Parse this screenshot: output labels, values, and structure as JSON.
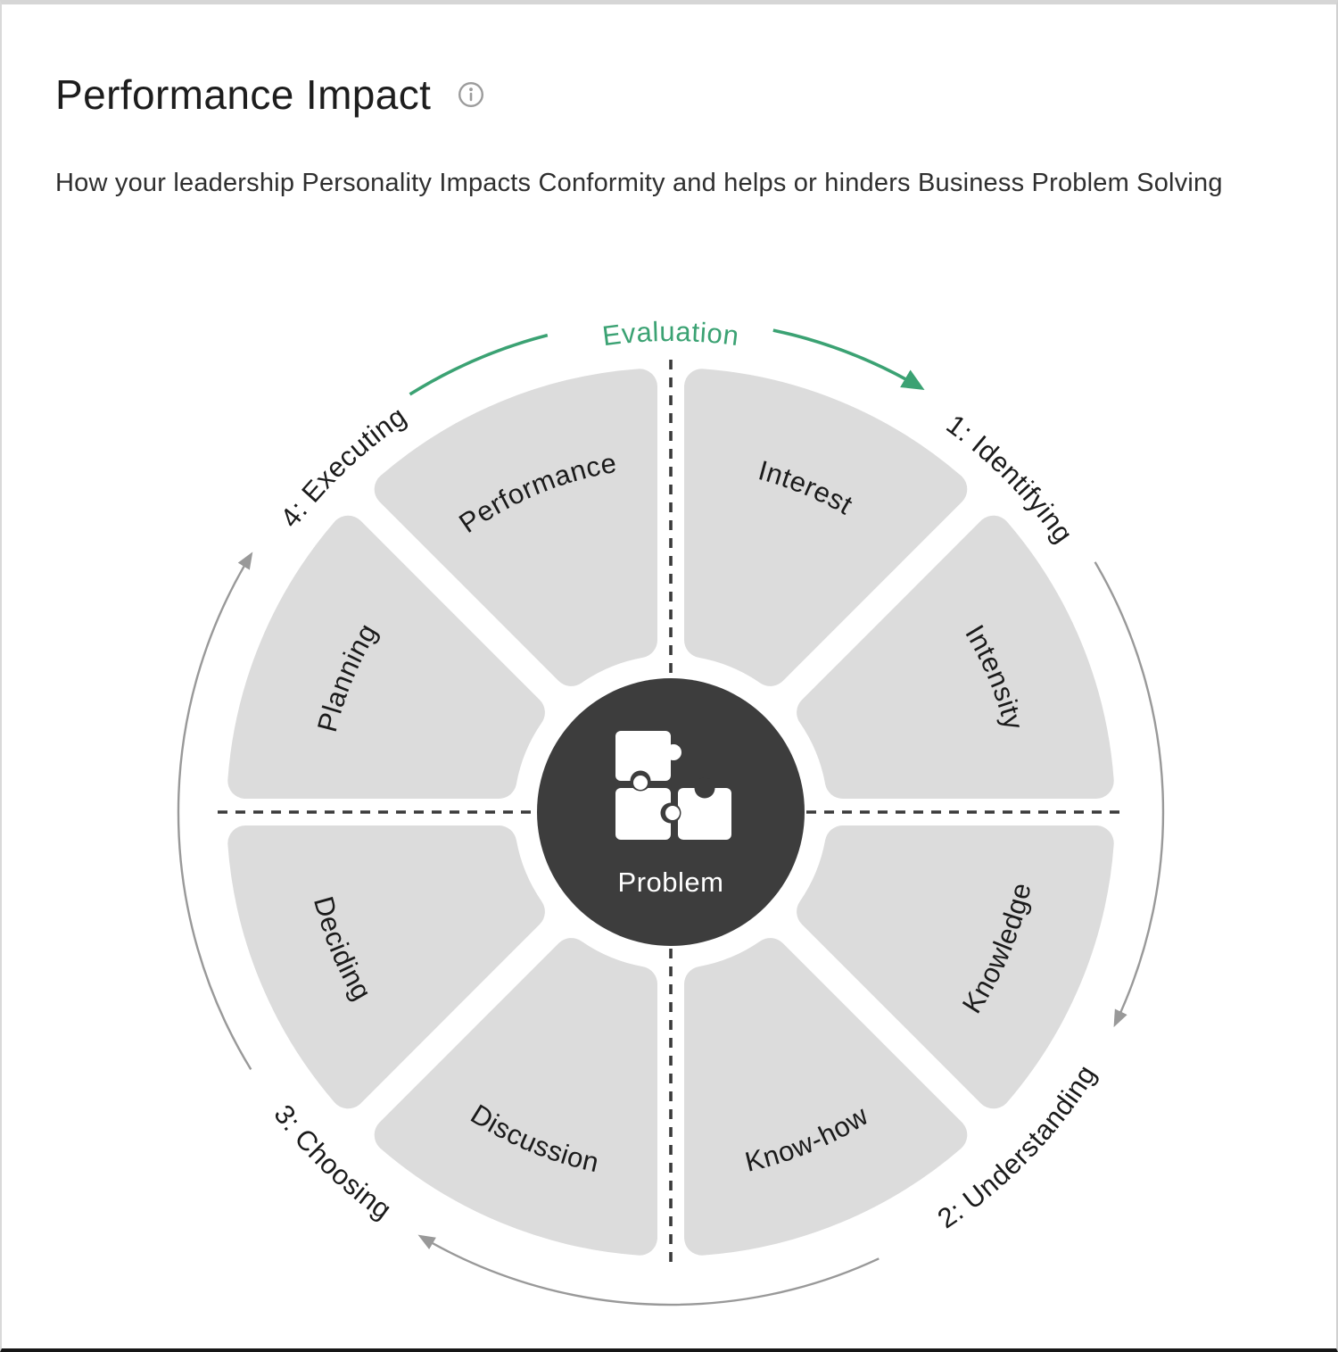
{
  "header": {
    "title": "Performance Impact",
    "subtitle": "How your leadership Personality Impacts Conformity and helps or hinders Business Problem Solving"
  },
  "chart_data": {
    "type": "cycle-wheel-diagram",
    "center": {
      "label": "Problem",
      "icon": "puzzle-icon"
    },
    "sectors": [
      {
        "label": "Performance",
        "quadrant": "4: Executing",
        "angle_start": 90,
        "angle_end": 135
      },
      {
        "label": "Interest",
        "quadrant": "1: Identifying",
        "angle_start": 45,
        "angle_end": 90
      },
      {
        "label": "Intensity",
        "quadrant": "1: Identifying",
        "angle_start": 0,
        "angle_end": 45
      },
      {
        "label": "Knowledge",
        "quadrant": "2: Understanding",
        "angle_start": -45,
        "angle_end": 0
      },
      {
        "label": "Know-how",
        "quadrant": "2: Understanding",
        "angle_start": -90,
        "angle_end": -45
      },
      {
        "label": "Discussion",
        "quadrant": "3: Choosing",
        "angle_start": -135,
        "angle_end": -90
      },
      {
        "label": "Deciding",
        "quadrant": "3: Choosing",
        "angle_start": -180,
        "angle_end": -135
      },
      {
        "label": "Planning",
        "quadrant": "4: Executing",
        "angle_start": 135,
        "angle_end": 180
      }
    ],
    "phases": [
      {
        "label": "Evaluation",
        "mid_angle": 90,
        "style": "accent"
      },
      {
        "label": "1: Identifying",
        "mid_angle": 44.5,
        "style": "default"
      },
      {
        "label": "2: Understanding",
        "mid_angle": -44,
        "style": "default"
      },
      {
        "label": "3: Choosing",
        "mid_angle": -134,
        "style": "default"
      },
      {
        "label": "4: Executing",
        "mid_angle": 133.5,
        "style": "default"
      }
    ],
    "flow_arrows": [
      {
        "from": 122,
        "to": 104.5,
        "head": false,
        "style": "accent"
      },
      {
        "from": 78,
        "to": 59.5,
        "head": true,
        "style": "accent"
      },
      {
        "from": 30.5,
        "to": -25.5,
        "head": true,
        "style": "gray"
      },
      {
        "from": -65,
        "to": -120.5,
        "head": true,
        "style": "gray"
      },
      {
        "from": 211.5,
        "to": 148.5,
        "head": true,
        "style": "gray"
      }
    ],
    "colors": {
      "accent_green": "#3BA273",
      "sector_fill": "#DCDCDC",
      "center_fill": "#3D3D3D",
      "arrow_gray": "#999999",
      "dash_line": "#3A3A3A",
      "label_text": "#1B1B1B"
    }
  }
}
